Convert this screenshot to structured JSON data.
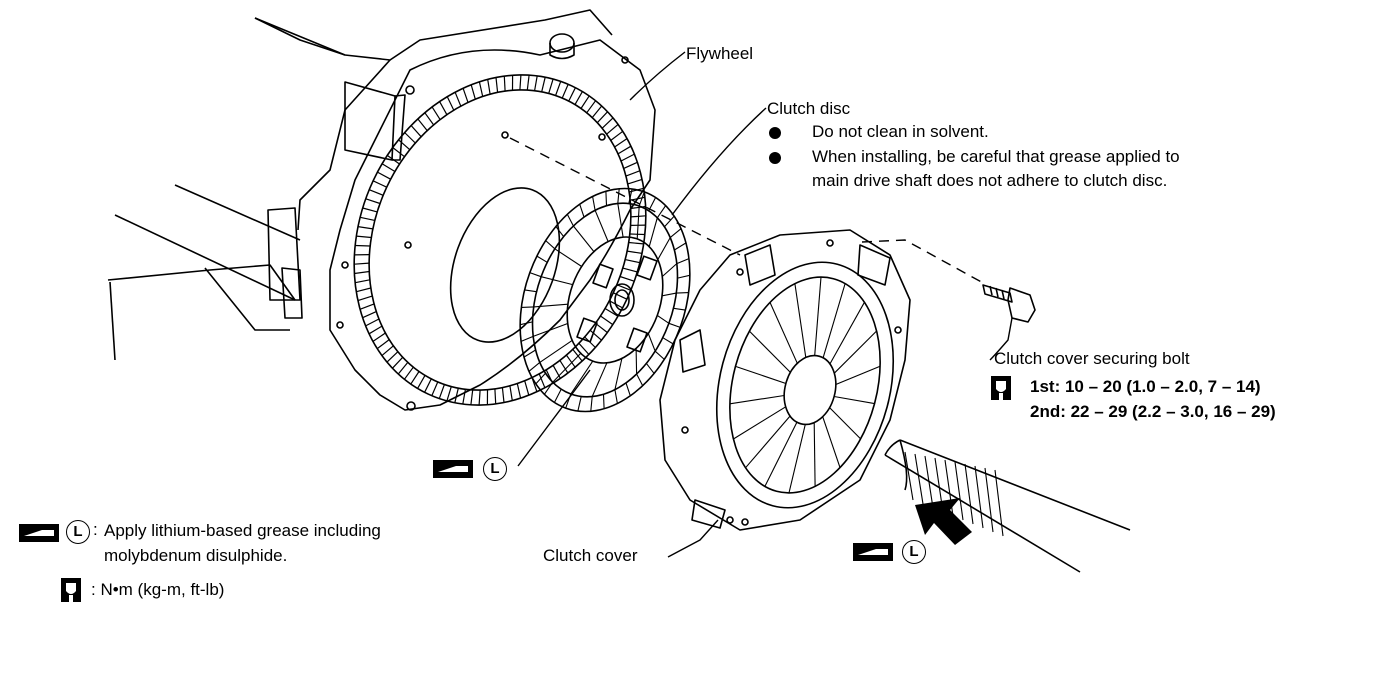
{
  "labels": {
    "flywheel": "Flywheel",
    "clutch_disc": "Clutch disc",
    "clutch_cover": "Clutch cover",
    "securing_bolt": "Clutch cover securing bolt"
  },
  "clutch_disc_notes": [
    "Do not clean in solvent.",
    "When installing, be careful that grease applied to",
    "main drive shaft does not adhere to clutch disc."
  ],
  "torque": {
    "first": "1st: 10 – 20 (1.0 – 2.0, 7 – 14)",
    "second": "2nd: 22 – 29 (2.2 – 3.0, 16 – 29)"
  },
  "legend": {
    "grease_symbol": "L",
    "grease_colon": ":",
    "grease_line1": "Apply lithium-based grease including",
    "grease_line2": "molybdenum disulphide.",
    "torque_text": ": N•m (kg-m, ft-lb)"
  },
  "icons": [
    "grease-gun-icon",
    "lubricant-l-icon",
    "torque-wrench-icon",
    "bullet-icon",
    "arrow-icon"
  ]
}
